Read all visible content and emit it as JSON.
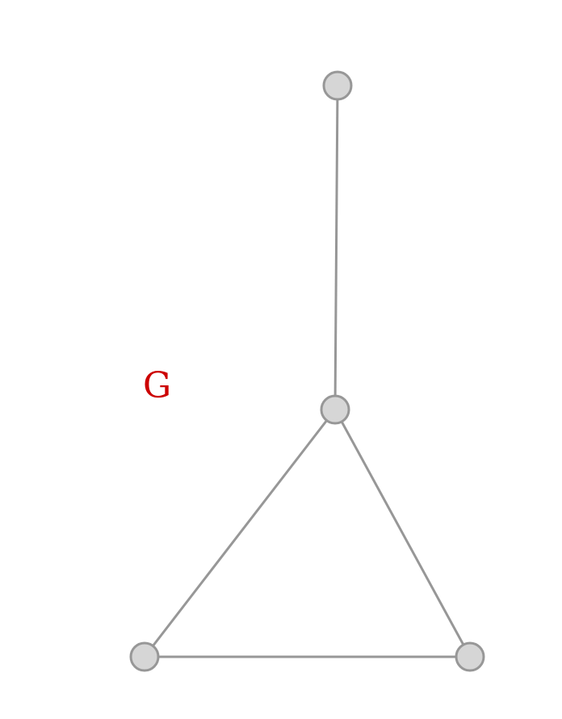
{
  "graph": {
    "label": "G",
    "label_color": "#cc0000",
    "node_fill": "#d6d6d6",
    "edge_color": "#979797",
    "nodes": [
      {
        "id": "top"
      },
      {
        "id": "middle"
      },
      {
        "id": "bottom-left"
      },
      {
        "id": "bottom-right"
      }
    ],
    "edges": [
      {
        "from": "top",
        "to": "middle"
      },
      {
        "from": "middle",
        "to": "bottom-left"
      },
      {
        "from": "middle",
        "to": "bottom-right"
      },
      {
        "from": "bottom-left",
        "to": "bottom-right"
      }
    ]
  }
}
